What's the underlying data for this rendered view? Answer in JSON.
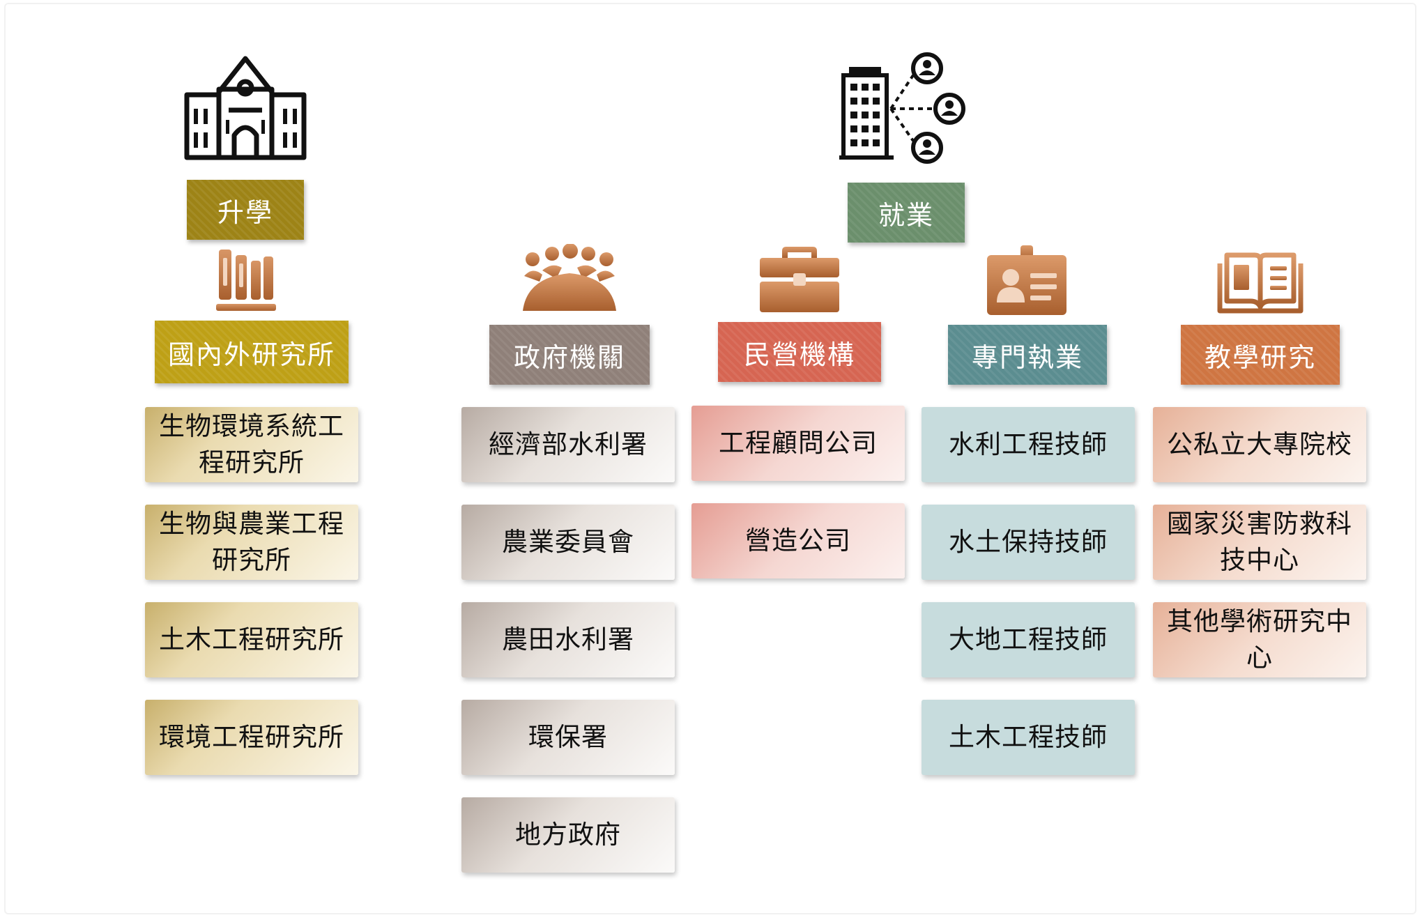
{
  "colors": {
    "study": "#9d8316",
    "employment": "#6b8f6c",
    "graduate": "#bea016",
    "government": "#8f8079",
    "private": "#d66552",
    "professional": "#5b8d90",
    "education": "#cf7542",
    "icon_copper": "#c7804a"
  },
  "study": {
    "label": "升學",
    "icon": "university-building-icon",
    "category": {
      "label": "國內外研究所",
      "icon": "books-icon",
      "items": [
        "生物環境系統工程研究所",
        "生物與農業工程研究所",
        "土木工程研究所",
        "環境工程研究所"
      ]
    }
  },
  "employment": {
    "label": "就業",
    "icon": "company-network-icon",
    "categories": [
      {
        "label": "政府機關",
        "icon": "meeting-people-icon",
        "items": [
          "經濟部水利署",
          "農業委員會",
          "農田水利署",
          "環保署",
          "地方政府"
        ]
      },
      {
        "label": "民營機構",
        "icon": "briefcase-icon",
        "items": [
          "工程顧問公司",
          "營造公司"
        ]
      },
      {
        "label": "專門執業",
        "icon": "id-badge-icon",
        "items": [
          "水利工程技師",
          "水土保持技師",
          "大地工程技師",
          "土木工程技師"
        ]
      },
      {
        "label": "教學研究",
        "icon": "open-book-icon",
        "items": [
          "公私立大專院校",
          "國家災害防救科技中心",
          "其他學術研究中心"
        ]
      }
    ]
  }
}
